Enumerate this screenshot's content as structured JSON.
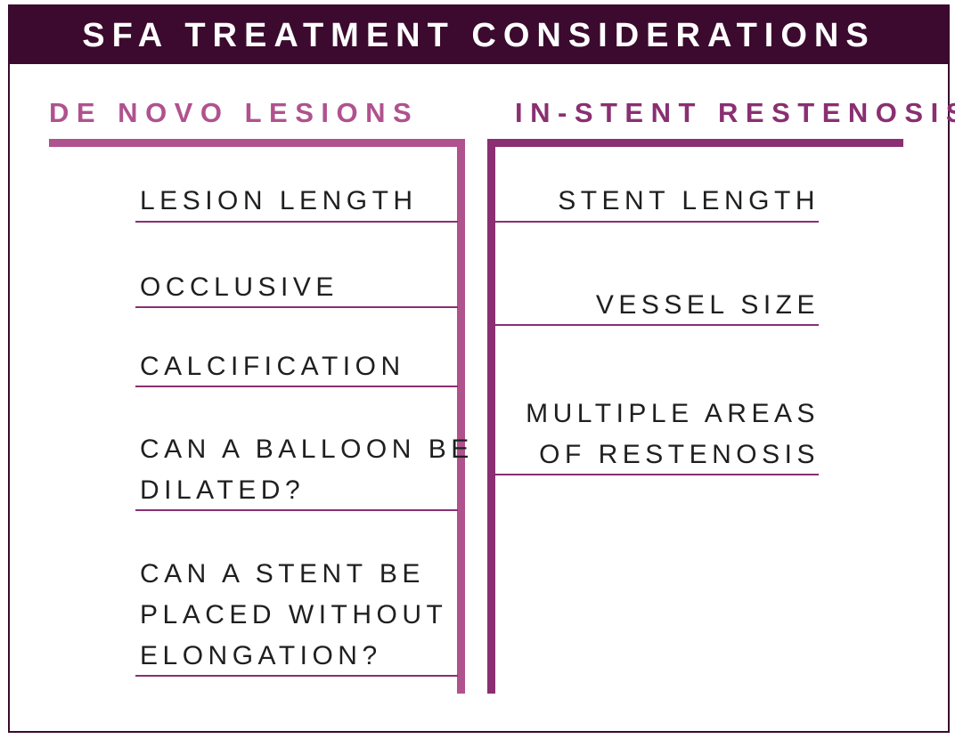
{
  "title": "SFA TREATMENT CONSIDERATIONS",
  "colors": {
    "header_bg": "#3b0a2e",
    "left_accent": "#b0528e",
    "right_accent": "#8a2f72",
    "text": "#1f1f1f"
  },
  "left": {
    "heading": "DE NOVO LESIONS",
    "items": [
      {
        "label": "LESION LENGTH"
      },
      {
        "label": "OCCLUSIVE"
      },
      {
        "label": "CALCIFICATION"
      },
      {
        "line1": "CAN A BALLOON BE",
        "line2": "DILATED?"
      },
      {
        "line1": "CAN A STENT BE",
        "line2": "PLACED WITHOUT",
        "line3": "ELONGATION?"
      }
    ]
  },
  "right": {
    "heading": "IN-STENT RESTENOSIS",
    "items": [
      {
        "label": "STENT LENGTH"
      },
      {
        "label": "VESSEL SIZE"
      },
      {
        "line1": "MULTIPLE AREAS",
        "line2": "OF RESTENOSIS"
      }
    ]
  }
}
